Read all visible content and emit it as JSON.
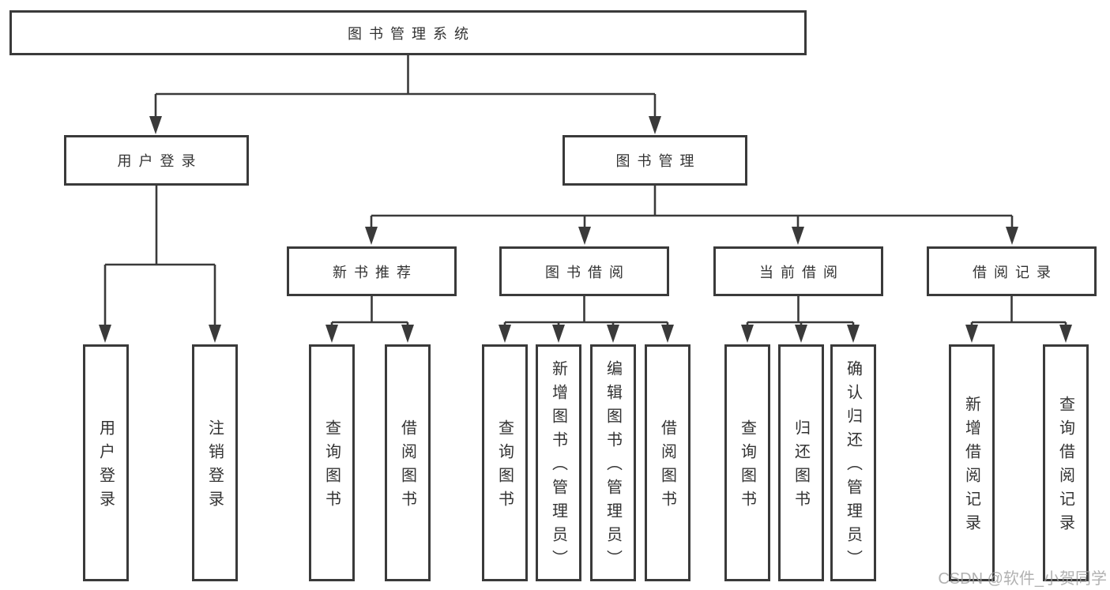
{
  "tree": {
    "root": "图书管理系统",
    "userLogin": {
      "label": "用户登录",
      "children": [
        "用户登录",
        "注销登录"
      ]
    },
    "bookMgmt": {
      "label": "图书管理",
      "newBookRec": {
        "label": "新书推荐",
        "children": [
          "查询图书",
          "借阅图书"
        ]
      },
      "bookBorrow": {
        "label": "图书借阅",
        "children": [
          "查询图书",
          "新增图书（管理员）",
          "编辑图书（管理员）",
          "借阅图书"
        ]
      },
      "currentBorrow": {
        "label": "当前借阅",
        "children": [
          "查询图书",
          "归还图书",
          "确认归还（管理员）"
        ]
      },
      "borrowRecords": {
        "label": "借阅记录",
        "children": [
          "新增借阅记录",
          "查询借阅记录"
        ]
      }
    }
  },
  "colors": {
    "line": "#3a3a3a",
    "text": "#333333",
    "background": "#ffffff",
    "watermark": "#9e9e9e"
  },
  "watermark": {
    "text": "CSDN @软件_小贺同学"
  }
}
